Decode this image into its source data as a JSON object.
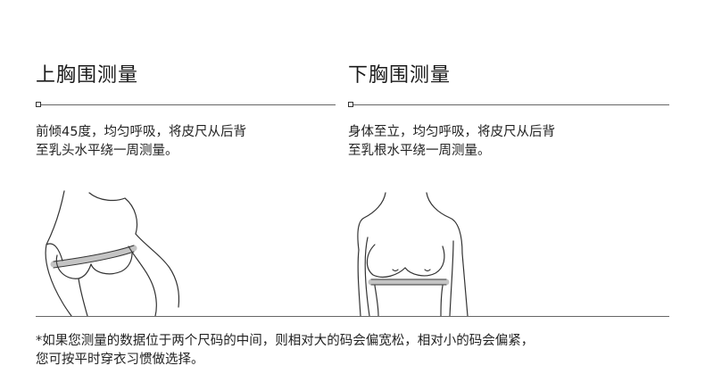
{
  "left": {
    "title": "上胸围测量",
    "desc_line1": "前倾45度，均匀呼吸，将皮尺从后背",
    "desc_line2": "至乳头水平绕一周测量。"
  },
  "right": {
    "title": "下胸围测量",
    "desc_line1": "身体至立，均匀呼吸，将皮尺从后背",
    "desc_line2": "至乳根水平绕一周测量。"
  },
  "note": {
    "line1": "*如果您测量的数据位于两个尺码的中间，则相对大的码会偏宽松，相对小的码会偏紧，",
    "line2": "您可按平时穿衣习惯做选择。"
  }
}
